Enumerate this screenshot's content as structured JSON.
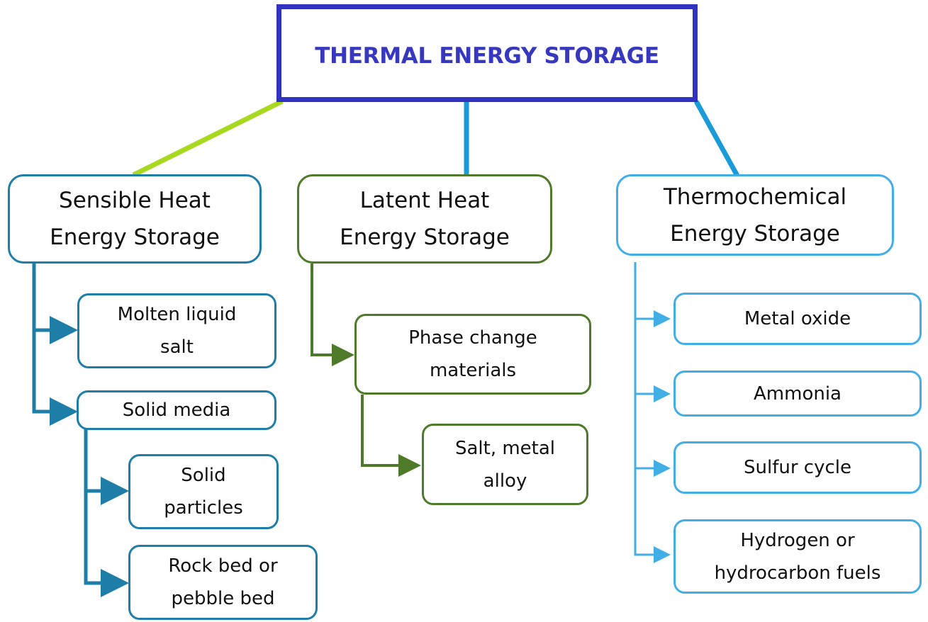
{
  "title": "THERMAL ENERGY STORAGE",
  "colors": {
    "root_border": "#3232c0",
    "root_text": "#3838bf",
    "sensible": "#1f7ea8",
    "latent": "#4e7a2a",
    "thermochemical": "#42aee6",
    "link_sensible": "#a8d820",
    "link_latent": "#1a9ad6",
    "link_thermochemical": "#1a9ad6"
  },
  "categories": [
    {
      "label": "Sensible Heat\nEnergy Storage",
      "children": [
        {
          "label": "Molten liquid\nsalt"
        },
        {
          "label": "Solid media",
          "children": [
            {
              "label": "Solid\nparticles"
            },
            {
              "label": "Rock bed or\npebble bed"
            }
          ]
        }
      ]
    },
    {
      "label": "Latent Heat\nEnergy Storage",
      "children": [
        {
          "label": "Phase change\nmaterials",
          "children": [
            {
              "label": "Salt, metal\nalloy"
            }
          ]
        }
      ]
    },
    {
      "label": "Thermochemical\nEnergy Storage",
      "children": [
        {
          "label": "Metal oxide"
        },
        {
          "label": "Ammonia"
        },
        {
          "label": "Sulfur cycle"
        },
        {
          "label": "Hydrogen or\nhydrocarbon fuels"
        }
      ]
    }
  ]
}
